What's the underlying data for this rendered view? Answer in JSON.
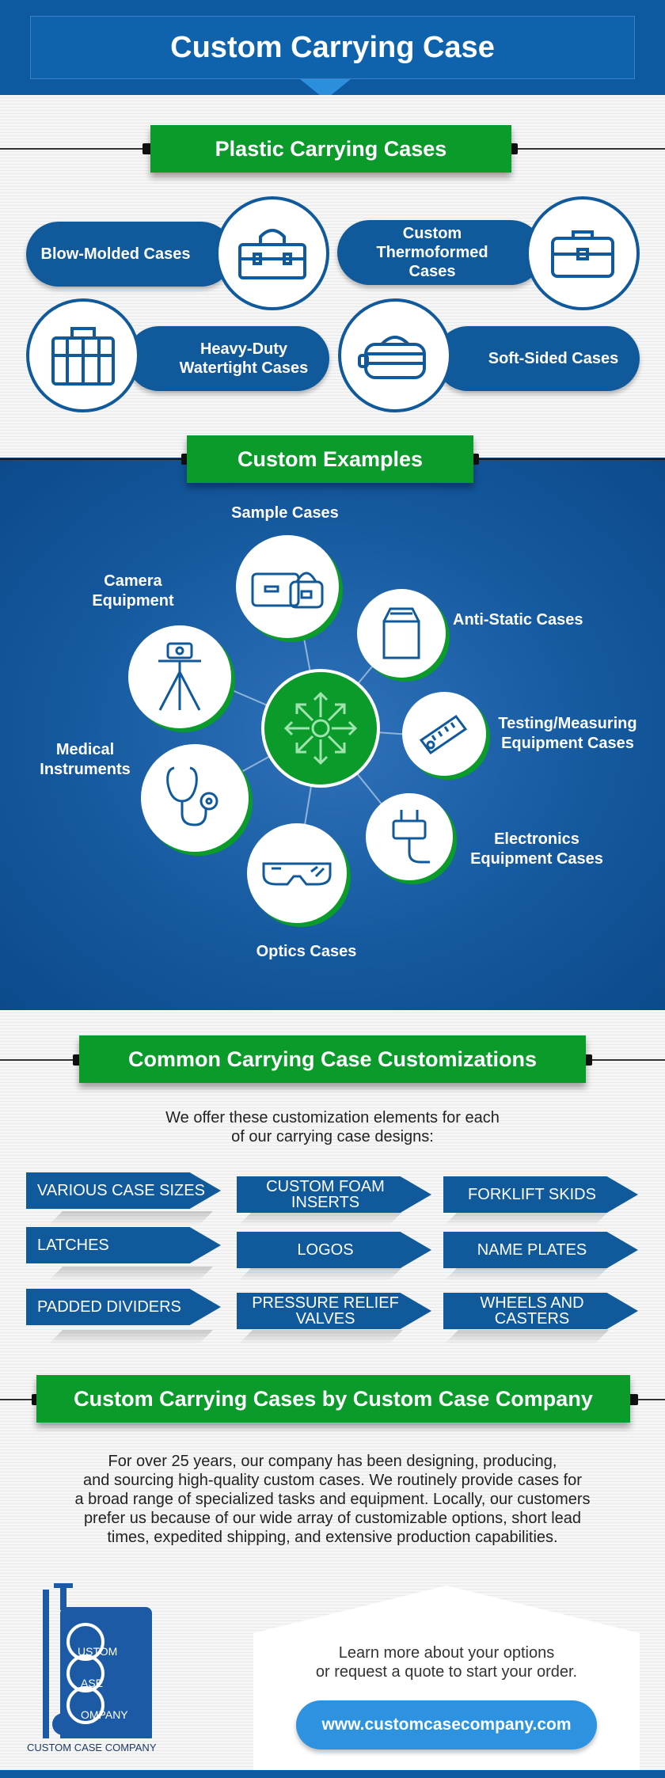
{
  "header": {
    "title": "Custom Carrying Case"
  },
  "plastic": {
    "title": "Plastic Carrying Cases",
    "items": [
      {
        "label": "Blow-Molded Cases",
        "icon": "toolbox-icon"
      },
      {
        "label": "Custom\nThermoformed\nCases",
        "icon": "briefcase-icon"
      },
      {
        "label": "Heavy-Duty\nWatertight Cases",
        "icon": "hard-case-icon"
      },
      {
        "label": "Soft-Sided Cases",
        "icon": "duffel-bag-icon"
      }
    ]
  },
  "examples": {
    "title": "Custom Examples",
    "center_icon": "expand-arrows-icon",
    "items": [
      {
        "label": "Sample Cases",
        "icon": "sample-cases-icon"
      },
      {
        "label": "Anti-Static Cases",
        "icon": "bag-icon"
      },
      {
        "label": "Testing/Measuring\nEquipment Cases",
        "icon": "measuring-tool-icon"
      },
      {
        "label": "Electronics\nEquipment Cases",
        "icon": "plug-icon"
      },
      {
        "label": "Optics Cases",
        "icon": "goggles-icon"
      },
      {
        "label": "Medical\nInstruments",
        "icon": "stethoscope-icon"
      },
      {
        "label": "Camera\nEquipment",
        "icon": "tripod-icon"
      }
    ]
  },
  "customizations": {
    "title": "Common Carrying Case Customizations",
    "intro": "We offer these customization elements for each\nof our carrying case designs:",
    "items": [
      "VARIOUS CASE SIZES",
      "CUSTOM FOAM\nINSERTS",
      "FORKLIFT SKIDS",
      "LATCHES",
      "LOGOS",
      "NAME PLATES",
      "PADDED DIVIDERS",
      "PRESSURE RELIEF\nVALVES",
      "WHEELS AND\nCASTERS"
    ]
  },
  "company": {
    "title": "Custom Carrying Cases by Custom Case Company",
    "body": "For over 25 years, our company has been designing, producing,\nand sourcing high-quality custom cases. We routinely provide cases for\na broad range of specialized tasks and equipment. Locally, our customers\nprefer us because of our wide array of customizable options, short lead\ntimes, expedited shipping, and extensive production capabilities."
  },
  "footer": {
    "logo_letters": [
      "USTOM",
      "ASE",
      "OMPANY"
    ],
    "logo_caption": "CUSTOM CASE COMPANY",
    "cta_text": "Learn more about your options\nor request a quote to start your order.",
    "url": "www.customcasecompany.com"
  },
  "colors": {
    "blue": "#105a9c",
    "green": "#0a9b2a",
    "light_blue": "#2d92e0"
  }
}
